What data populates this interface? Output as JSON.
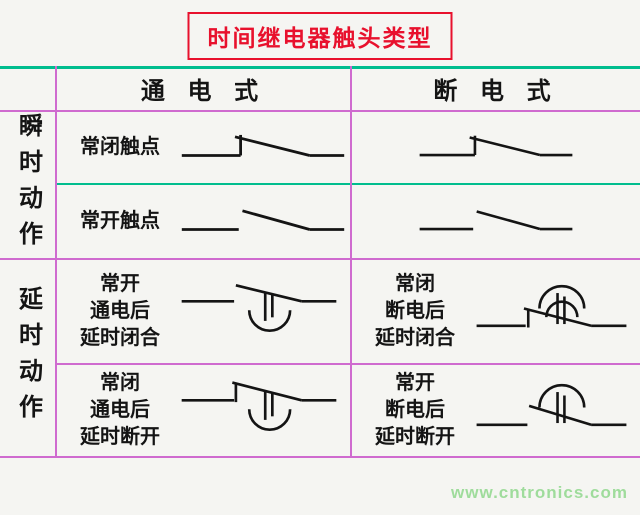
{
  "title": "时间继电器触头类型",
  "watermark": "www.cntronics.com",
  "colors": {
    "title_red": "#e8112d",
    "grid_magenta": "#cf6bcf",
    "grid_teal": "#00bd8e",
    "watermark_green": "#9fdc9c",
    "text": "#141414",
    "background": "#f5f5f2"
  },
  "table": {
    "columns": [
      {
        "label": "通 电 式"
      },
      {
        "label": "断 电 式"
      }
    ],
    "groups": [
      {
        "label": "瞬时动作"
      },
      {
        "label": "延时动作"
      }
    ],
    "rows": [
      {
        "energized": {
          "label": "常闭触点",
          "symbol": "normally-closed-contact"
        },
        "deenergized": {
          "label": "",
          "symbol": "normally-closed-contact"
        }
      },
      {
        "energized": {
          "label": "常开触点",
          "symbol": "normally-open-contact"
        },
        "deenergized": {
          "label": "",
          "symbol": "normally-open-contact"
        }
      },
      {
        "energized": {
          "label": "常开\n通电后\n延时闭合",
          "symbol": "normally-open-delay-close-contact"
        },
        "deenergized": {
          "label": "常闭\n断电后\n延时闭合",
          "symbol": "normally-closed-delay-close-contact"
        }
      },
      {
        "energized": {
          "label": "常闭\n通电后\n延时断开",
          "symbol": "normally-closed-delay-open-contact"
        },
        "deenergized": {
          "label": "常开\n断电后\n延时断开",
          "symbol": "normally-open-delay-open-contact"
        }
      }
    ]
  }
}
